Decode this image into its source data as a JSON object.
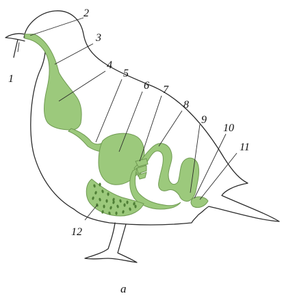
{
  "figure": {
    "caption": "a",
    "colors": {
      "organ_fill": "#9cc97c",
      "organ_stroke": "#6f9a52",
      "gland_dots": "#4f7f36",
      "outline": "#2a2a2a"
    },
    "callouts": [
      "1",
      "2",
      "3",
      "4",
      "5",
      "6",
      "7",
      "8",
      "9",
      "10",
      "11",
      "12"
    ]
  }
}
